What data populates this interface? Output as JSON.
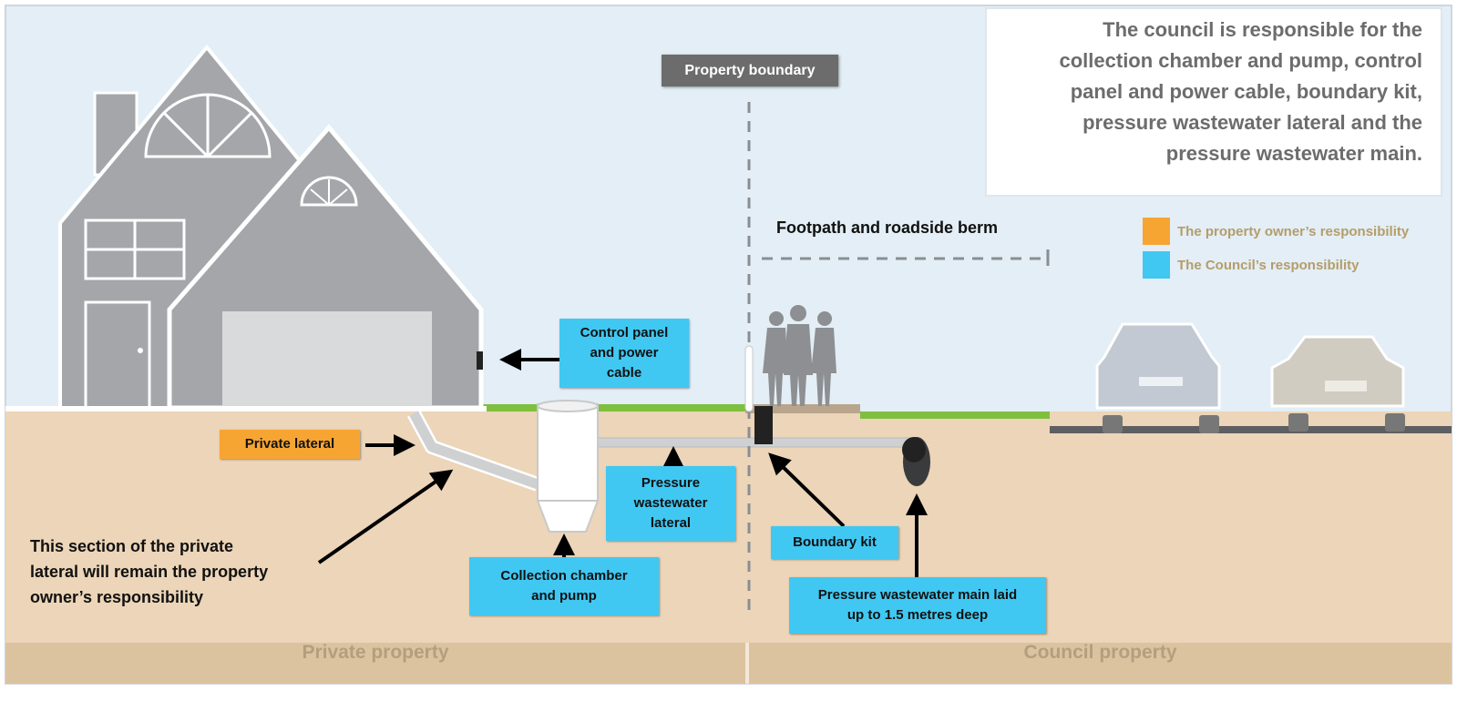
{
  "council_note": "The council is responsible for the collection chamber and pump, control panel and power cable, boundary kit, pressure wastewater lateral and the pressure wastewater main.",
  "boundary_label": "Property boundary",
  "footpath_label": "Footpath and roadside berm",
  "legend": [
    {
      "label": "The property owner’s responsibility",
      "color": "#f7a532"
    },
    {
      "label": "The Council’s responsibility",
      "color": "#40c8f2"
    }
  ],
  "labels": {
    "control_panel": "Control panel\nand power\ncable",
    "private_lateral": "Private lateral",
    "pressure_lateral": "Pressure\nwastewater\nlateral",
    "collection_chamber": "Collection chamber\nand pump",
    "boundary_kit": "Boundary kit",
    "pressure_main": "Pressure wastewater main laid\nup to 1.5 metres deep"
  },
  "section_note": "This section of the private\nlateral will remain the property\nowner’s responsibility",
  "zones": {
    "private": "Private property",
    "council": "Council property"
  },
  "colors": {
    "sky": "#e3eef6",
    "soil": "#ecd5b8",
    "band": "#dcc3a0",
    "grass": "#7fbf3f",
    "house": "#a5a6a9",
    "council_blue": "#40c8f2",
    "owner_orange": "#f7a532"
  }
}
